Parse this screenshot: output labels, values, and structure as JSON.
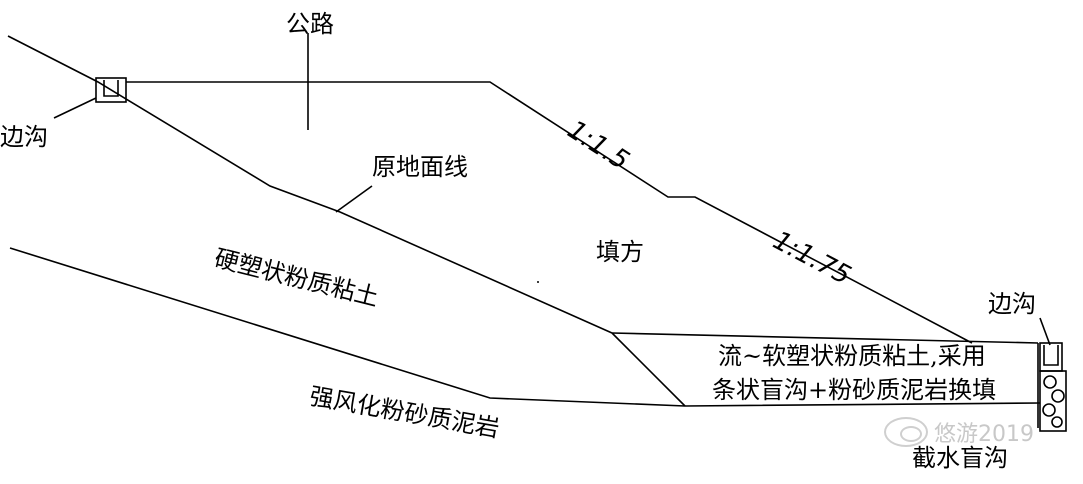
{
  "labels": {
    "road": "公路",
    "side_ditch_left": "边沟",
    "original_ground_line": "原地面线",
    "fill": "填方",
    "hard_plastic_silty_clay": "硬塑状粉质粘土",
    "strongly_weathered_silty_mudstone": "强风化粉砂质泥岩",
    "side_ditch_right": "边沟",
    "soft_clay_line1": "流~软塑状粉质粘土,采用",
    "soft_clay_line2": "条状盲沟+粉砂质泥岩换填",
    "intercepting_drain": "截水盲沟"
  },
  "slopes": {
    "upper": "1:1.5",
    "lower": "1:1.75"
  },
  "watermark": {
    "text": "悠游2019",
    "icon": "wechat-icon"
  },
  "colors": {
    "line": "#000000",
    "background": "#ffffff",
    "watermark": "#c8c8c8"
  }
}
